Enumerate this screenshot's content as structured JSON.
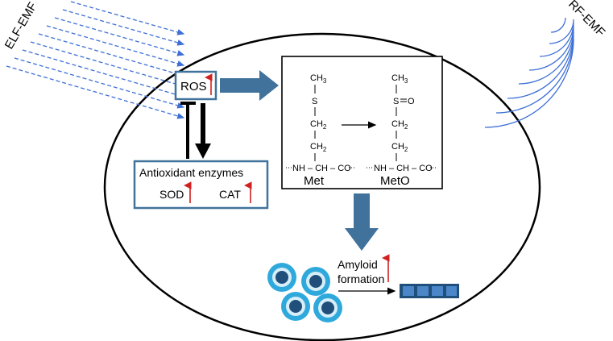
{
  "labels": {
    "elf_emf": "ELF-EMF",
    "rf_emf": "RF-EMF",
    "ros": "ROS",
    "antioxidant": "Antioxidant enzymes",
    "sod": "SOD",
    "cat": "CAT",
    "met": "Met",
    "meto": "MetO",
    "amyloid_line1": "Amyloid",
    "amyloid_line2": "formation"
  },
  "chem": {
    "ch3": "CH",
    "sub3": "3",
    "s": "S",
    "ch2": "CH",
    "sub2": "2",
    "backbone": "NH – CH – CO",
    "oxygen": "O"
  },
  "colors": {
    "emf_wave": "#3d6fd6",
    "block_arrow": "#41729c",
    "box_border": "#41729c",
    "up_arrow": "#d12020",
    "cell_outer": "#2fa9dc",
    "cell_nucleus": "#1f4f7a",
    "fibril": "#2f64a8"
  }
}
